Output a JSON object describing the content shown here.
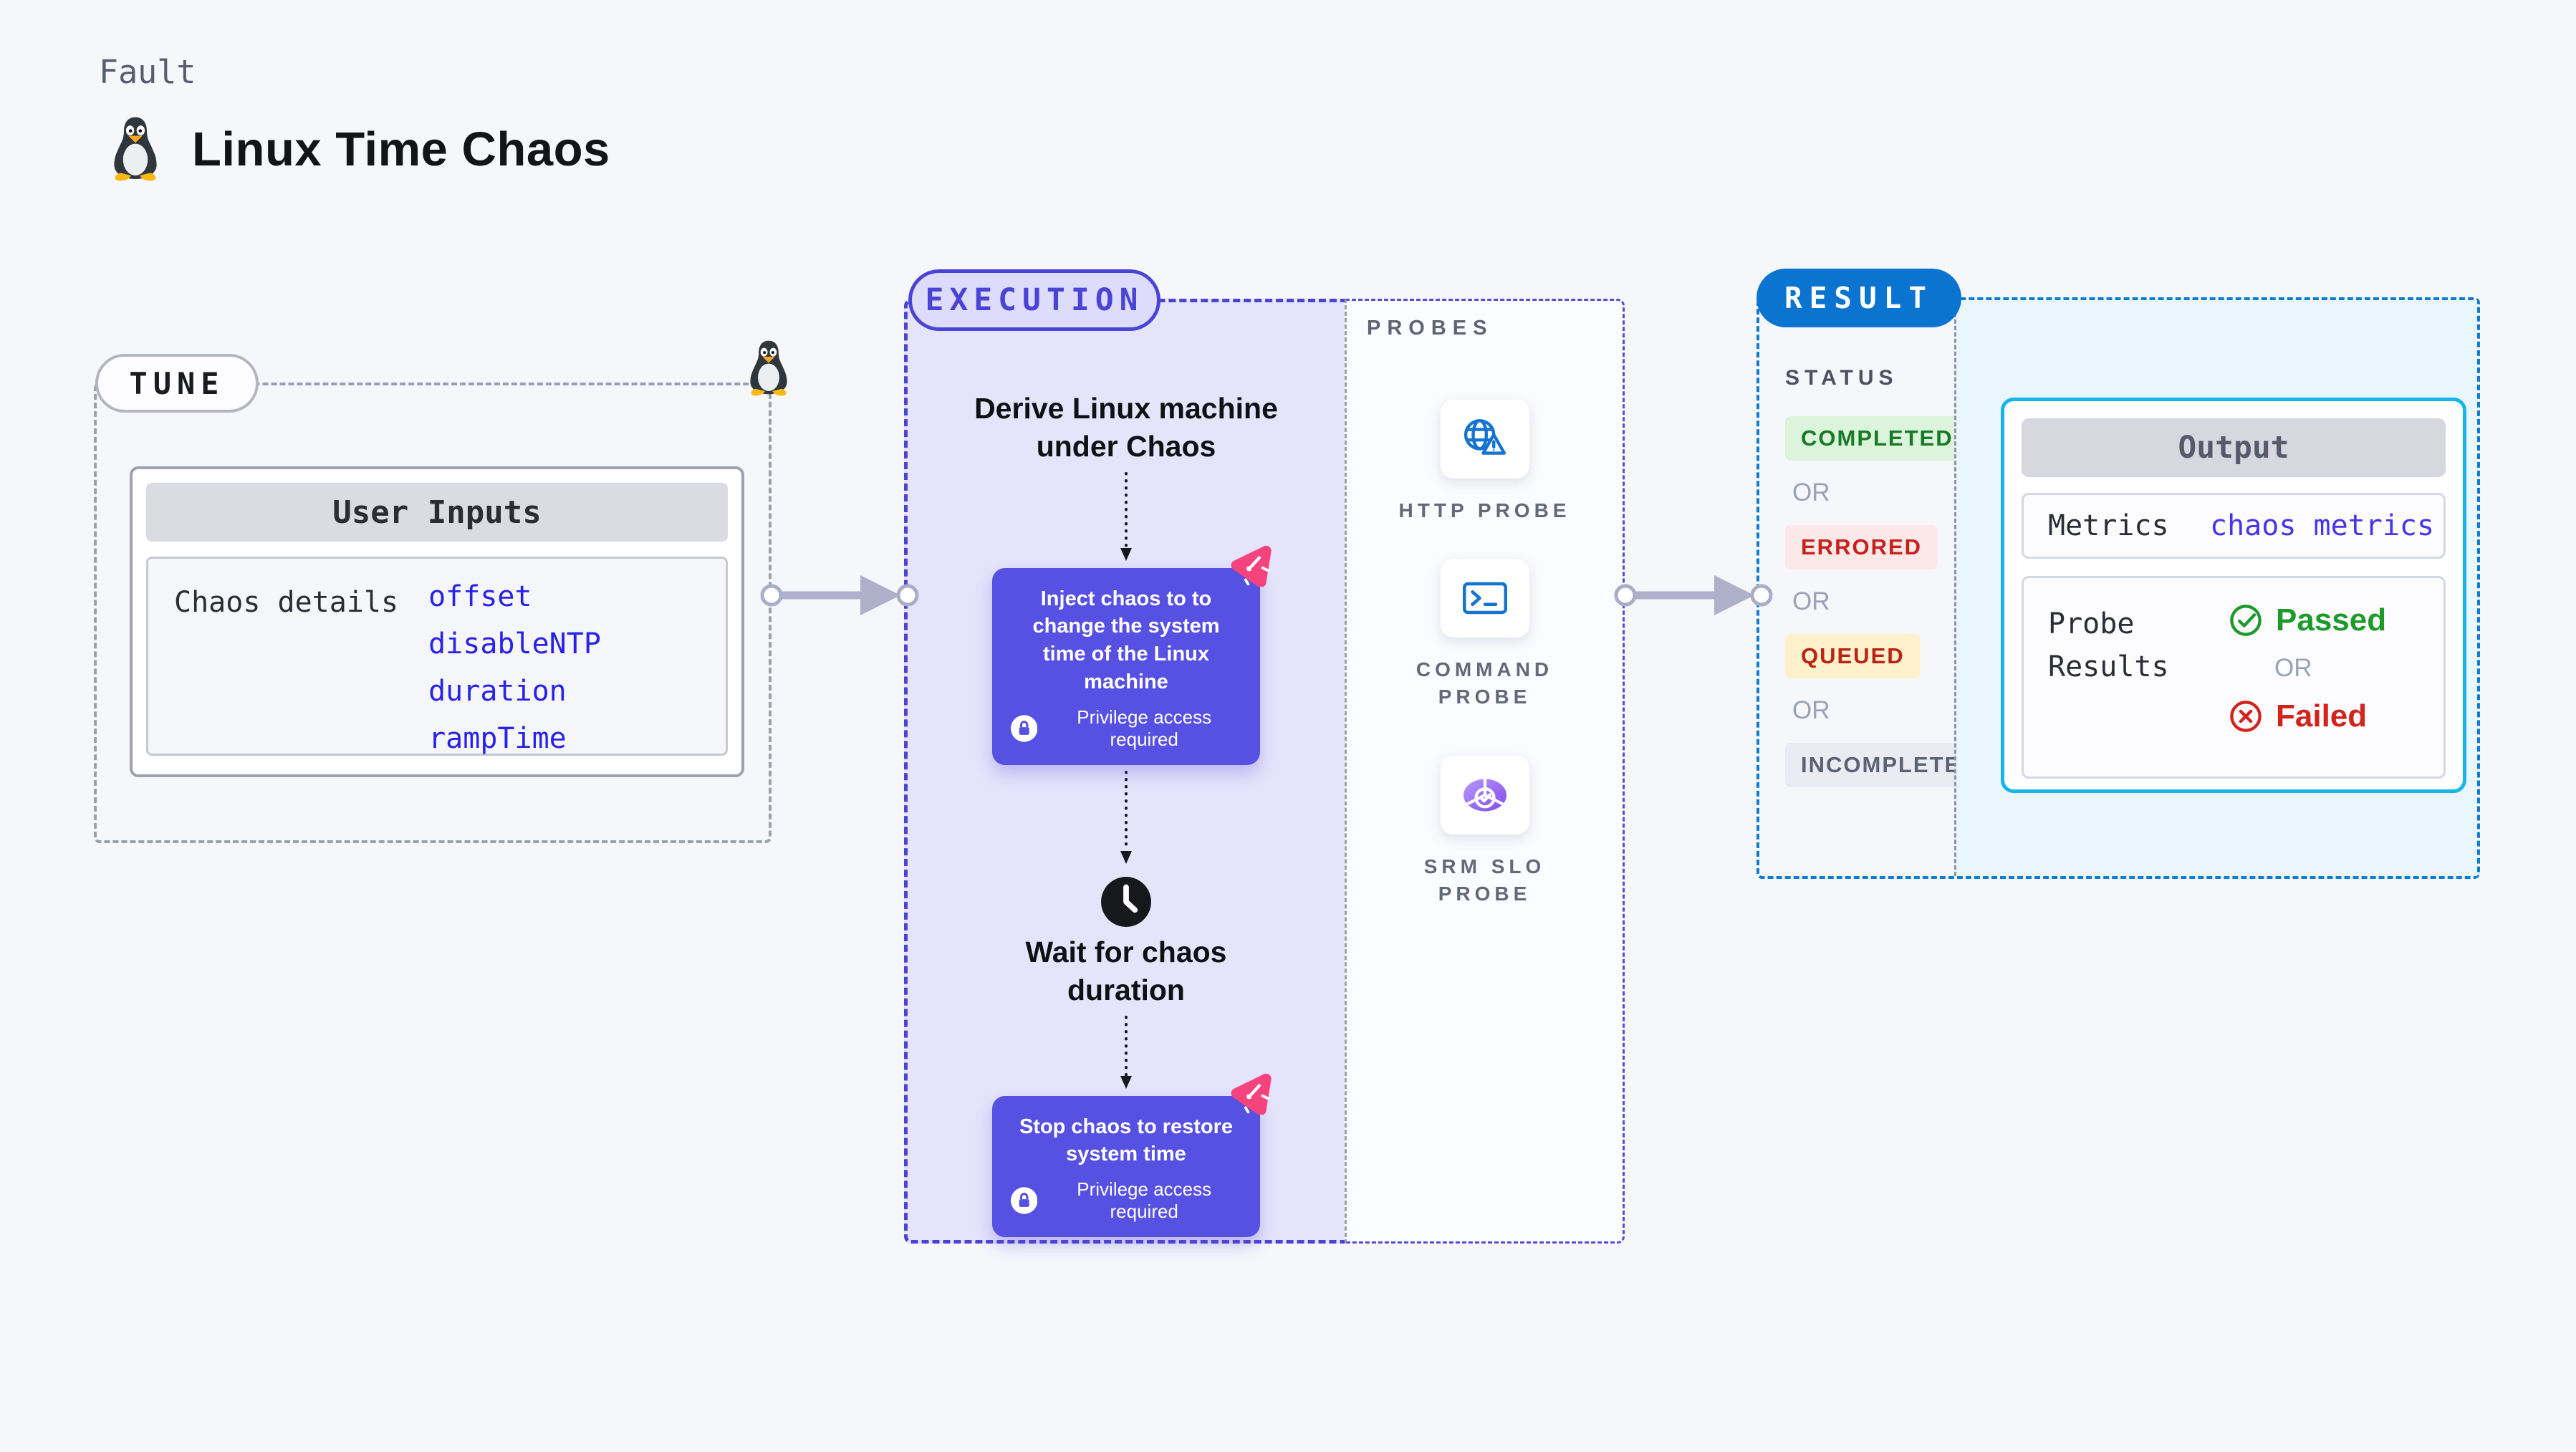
{
  "page": {
    "eyebrow": "Fault",
    "title": "Linux Time Chaos"
  },
  "tune": {
    "badge": "TUNE",
    "card_title": "User Inputs",
    "row_label": "Chaos details",
    "inputs": [
      "offset",
      "disableNTP",
      "duration",
      "rampTime"
    ]
  },
  "execution": {
    "badge": "EXECUTION",
    "derive_label": "Derive Linux machine under Chaos",
    "inject_label": "Inject chaos to to change the system time of the Linux machine",
    "privilege_label": "Privilege access required",
    "wait_label": "Wait for chaos duration",
    "stop_label": "Stop chaos to restore system time"
  },
  "probes": {
    "panel_label": "PROBES",
    "items": [
      {
        "label": "HTTP PROBE",
        "icon": "globe-alert-icon"
      },
      {
        "label": "COMMAND PROBE",
        "icon": "terminal-icon"
      },
      {
        "label": "SRM SLO PROBE",
        "icon": "slo-gauge-icon"
      }
    ]
  },
  "result": {
    "badge": "RESULT",
    "status_label": "STATUS",
    "or_label": "OR",
    "statuses": [
      {
        "label": "COMPLETED",
        "color": "#177a24",
        "bg": "#dcf3dc"
      },
      {
        "label": "ERRORED",
        "color": "#c8201a",
        "bg": "#fbe9e9"
      },
      {
        "label": "QUEUED",
        "color": "#bb2314",
        "bg": "#fcf1cb"
      },
      {
        "label": "INCOMPLETED",
        "color": "#5c6173",
        "bg": "#eaebf3"
      }
    ],
    "output": {
      "title": "Output",
      "metrics_label": "Metrics",
      "metrics_value": "chaos metrics",
      "probe_results_label": "Probe Results",
      "passed_label": "Passed",
      "failed_label": "Failed"
    }
  },
  "colors": {
    "accent_indigo": "#4a44d6",
    "action_box_indigo": "#5650e3",
    "execution_bg": "#e5e4fb",
    "result_blue": "#0b74d0",
    "output_border_cyan": "#17b5e9",
    "output_bg": "#e9f6fd",
    "probe_icon_blue": "#1673cf",
    "srm_purple": "#8448ef",
    "chaos_pink": "#f5437e",
    "passed_green": "#1d9a2a",
    "failed_red": "#d0241c",
    "link_blue": "#2a21e8"
  }
}
